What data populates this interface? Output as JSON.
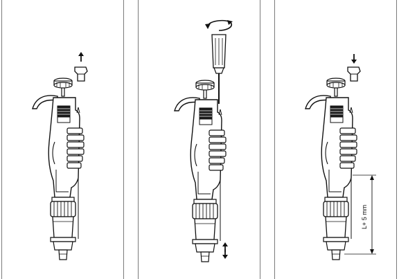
{
  "steps": [
    {
      "id": "remove-push-button",
      "arrow": "up"
    },
    {
      "id": "adjust-with-screwdriver",
      "arrows": [
        "rotate",
        "up",
        "down"
      ]
    },
    {
      "id": "refit-push-button",
      "arrow": "down"
    }
  ],
  "dimension": {
    "label": "L+ 5 mm"
  },
  "colors": {
    "line": "#111111",
    "border": "#7a7a7a",
    "fill_dark": "#1a1a1a",
    "background": "#ffffff"
  }
}
